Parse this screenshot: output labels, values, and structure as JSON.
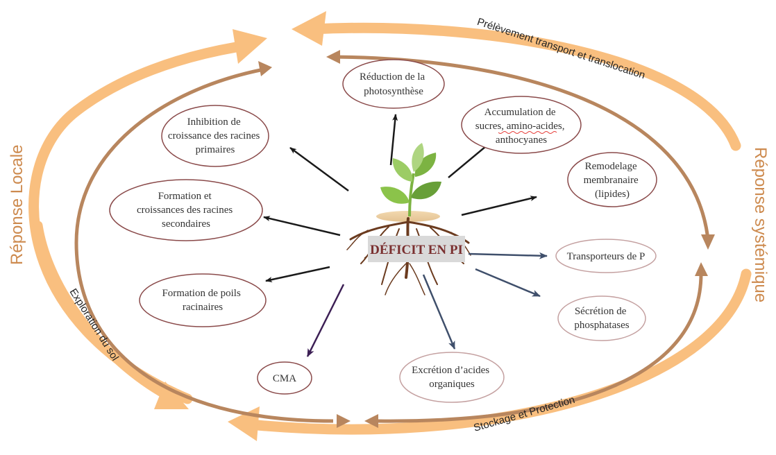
{
  "center": {
    "label": "DÉFICIT EN PI"
  },
  "side_labels": {
    "left": "Réponse Locale",
    "right": "Réponse systémique"
  },
  "path_labels": {
    "top": "Prélèvement transport et translocation",
    "left": "Exploration du sol",
    "bottom": "Stockage et Protection"
  },
  "nodes": [
    {
      "id": "photosynthese",
      "lines": [
        "Réduction de la",
        "photosynthèse"
      ]
    },
    {
      "id": "accumulation",
      "lines": [
        "Accumulation de",
        "sucres, amino-acides,",
        "anthocyanes"
      ]
    },
    {
      "id": "remodelage",
      "lines": [
        "Remodelage",
        "membranaire",
        "(lipides)"
      ]
    },
    {
      "id": "transporteurs",
      "lines": [
        "Transporteurs de P"
      ]
    },
    {
      "id": "secretion",
      "lines": [
        "Sécrétion de",
        "phosphatases"
      ]
    },
    {
      "id": "excretion",
      "lines": [
        "Excrétion d’acides",
        "organiques"
      ]
    },
    {
      "id": "cma",
      "lines": [
        "CMA"
      ]
    },
    {
      "id": "poils",
      "lines": [
        "Formation de poils",
        "racinaires"
      ]
    },
    {
      "id": "secondaires",
      "lines": [
        "Formation et",
        "croissances des racines",
        "secondaires"
      ]
    },
    {
      "id": "primaires",
      "lines": [
        "Inhibition de",
        "croissance des racines",
        "primaires"
      ]
    }
  ],
  "colors": {
    "outer_arrow": "#f9bf7f",
    "inner_ring": "#b8865e",
    "ellipse_border": "#8a4a4a",
    "arrow_black": "#1a1a1a",
    "arrow_blue": "#3f4f6b",
    "arrow_purple": "#3c1f55",
    "side_text": "#cd8a4e"
  }
}
